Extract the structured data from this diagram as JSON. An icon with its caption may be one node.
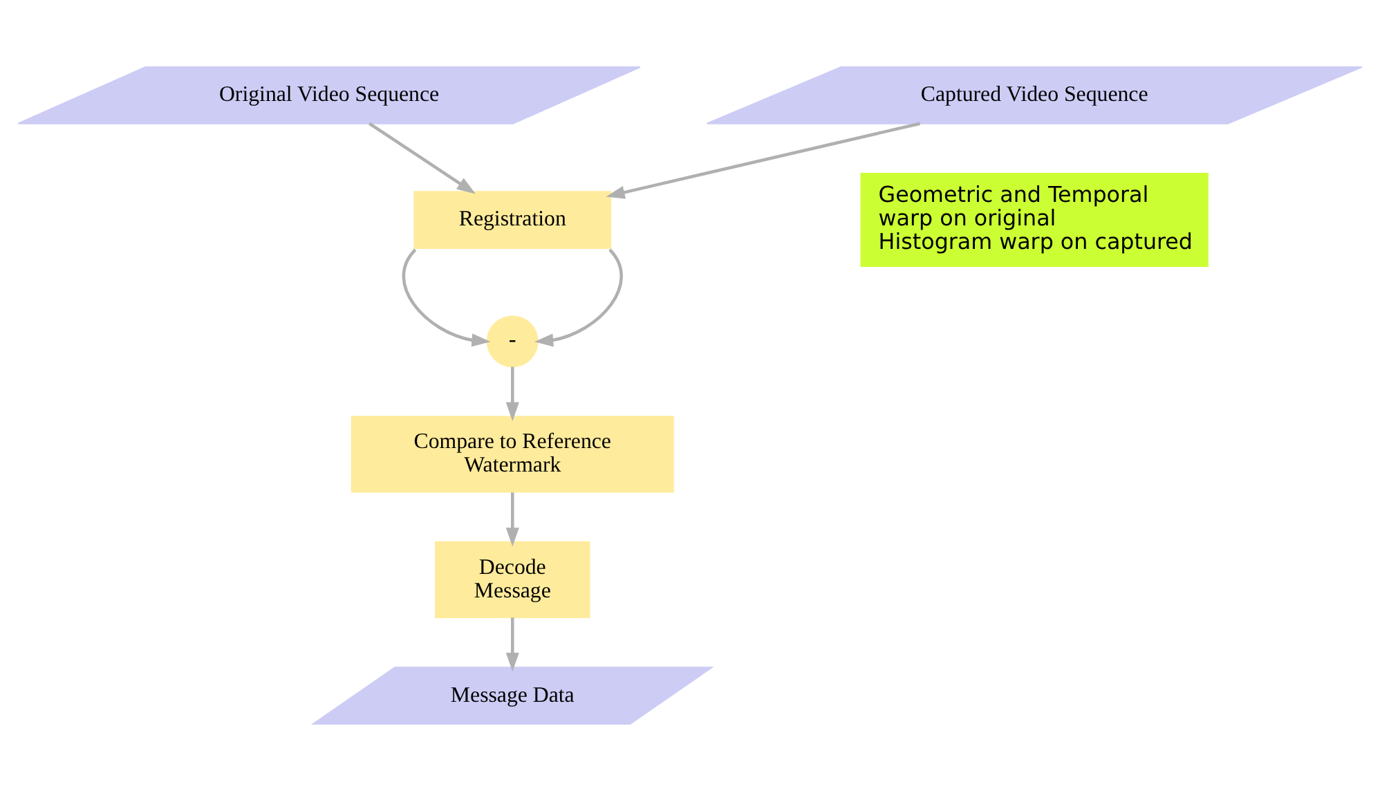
{
  "diagram": {
    "nodes": [
      {
        "text": [
          "Original Video Sequence"
        ]
      },
      {
        "text": [
          "Captured Video Sequence"
        ]
      },
      {
        "text": [
          "Registration"
        ]
      },
      {
        "text": [
          "-"
        ]
      },
      {
        "text": [
          "Compare to Reference Watermark"
        ]
      },
      {
        "text": [
          "Decode Message"
        ]
      },
      {
        "text": [
          "Message Data"
        ]
      },
      {
        "text": [
          "Geometric and Temporal warp on original",
          "Histogram warp on captured"
        ]
      }
    ],
    "edges": [
      {
        "from": 0,
        "to": 2,
        "arrow": "to"
      },
      {
        "from": 1,
        "to": 2,
        "arrow": "to"
      },
      {
        "from": 2,
        "to": 3,
        "arrow": "to"
      },
      {
        "from": 2,
        "to": 3,
        "arrow": "to"
      },
      {
        "from": 3,
        "to": 4,
        "arrow": "to"
      },
      {
        "from": 4,
        "to": 5,
        "arrow": "to"
      },
      {
        "from": 5,
        "to": 6,
        "arrow": "to"
      }
    ]
  }
}
